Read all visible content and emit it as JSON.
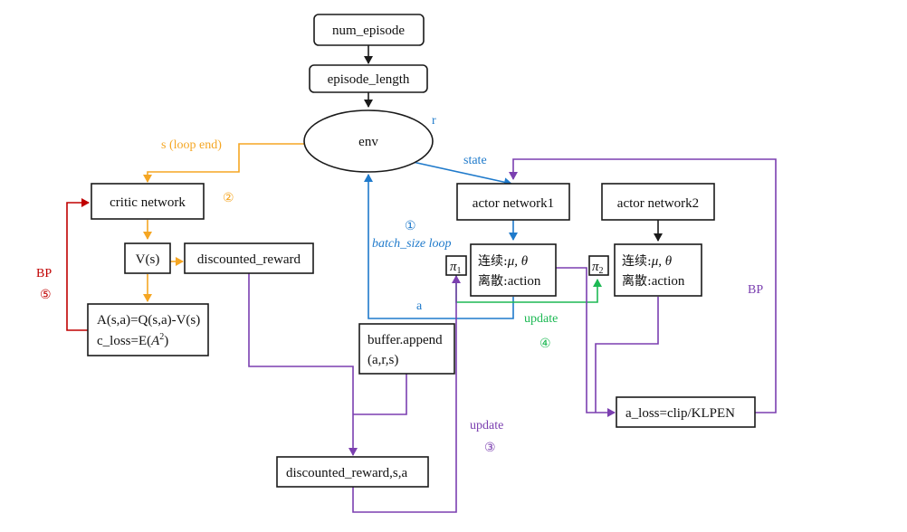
{
  "colors": {
    "black": "#1a1a1a",
    "orange": "#f5a623",
    "blue": "#1f7acb",
    "purple": "#7b3fb0",
    "green": "#1db954",
    "red": "#c00000"
  },
  "nodes": {
    "num_episode": "num_episode",
    "episode_length": "episode_length",
    "env": "env",
    "critic_network": "critic network",
    "v_s": "V(s)",
    "discounted_reward": "discounted_reward",
    "advantage_line1": "A(s,a)=Q(s,a)-V(s)",
    "advantage_line2_prefix": "c_loss=E(",
    "advantage_line2_var": "A",
    "advantage_line2_sup": "2",
    "advantage_line2_suffix": ")",
    "actor_network1": "actor network1",
    "actor_network2": "actor network2",
    "actor1_out_line1_cjk": "连续:",
    "actor1_out_line1_math": "μ, θ",
    "actor1_out_line2_cjk": "离散:",
    "actor1_out_line2_text": "action",
    "actor2_out_line1_cjk": "连续:",
    "actor2_out_line1_math": "μ, θ",
    "actor2_out_line2_cjk": "离散:",
    "actor2_out_line2_text": "action",
    "pi1_symbol": "π",
    "pi1_sub": "1",
    "pi2_symbol": "π",
    "pi2_sub": "2",
    "buffer_line1": "buffer.append",
    "buffer_line2": "(a,r,s)",
    "batch": "discounted_reward,s,a",
    "a_loss": "a_loss=clip/KLPEN"
  },
  "edge_labels": {
    "r": "r",
    "state": "state",
    "s_loop_end": "s (loop end)",
    "step2": "②",
    "step1": "①",
    "batch_size_loop": "batch_size loop",
    "a": "a",
    "update_green": "update",
    "step4": "④",
    "update_purple": "update",
    "step3": "③",
    "bp_red": "BP",
    "step5": "⑤",
    "bp_purple": "BP"
  }
}
